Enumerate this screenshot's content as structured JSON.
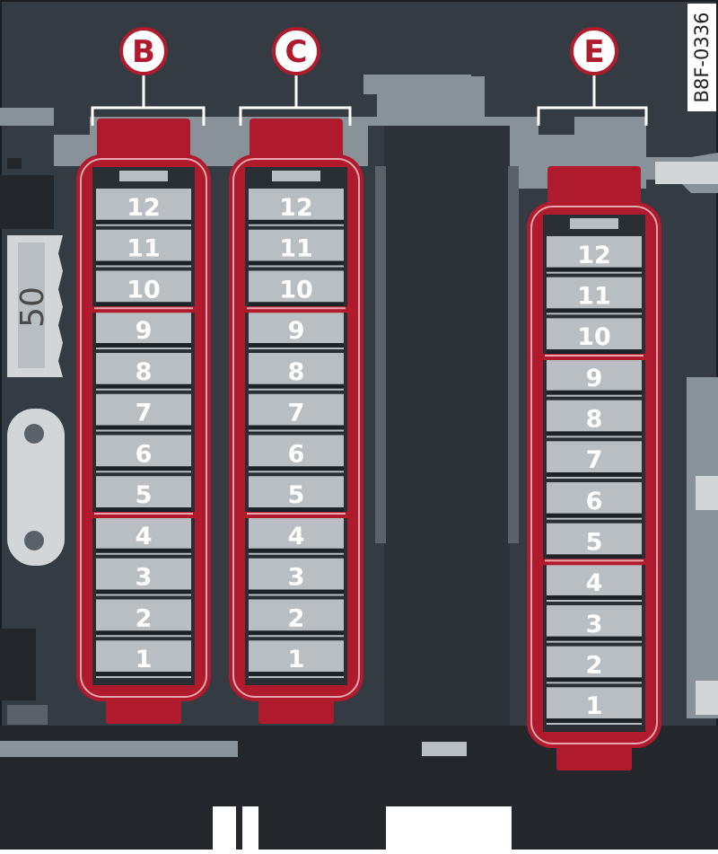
{
  "figure": {
    "reference_code": "B8F-0336",
    "fuse_rating_label": "50"
  },
  "colors": {
    "background": "#353b42",
    "panel_light": "#8a9299",
    "holder_red": "#b01a2d",
    "fuse_body": "#b9bec3",
    "fuse_band": "#1d2226",
    "label_ring": "#b01a2d"
  },
  "fuse_blocks": [
    {
      "label": "B",
      "slots": [
        "12",
        "11",
        "10",
        "9",
        "8",
        "7",
        "6",
        "5",
        "4",
        "3",
        "2",
        "1"
      ]
    },
    {
      "label": "C",
      "slots": [
        "12",
        "11",
        "10",
        "9",
        "8",
        "7",
        "6",
        "5",
        "4",
        "3",
        "2",
        "1"
      ]
    },
    {
      "label": "E",
      "slots": [
        "12",
        "11",
        "10",
        "9",
        "8",
        "7",
        "6",
        "5",
        "4",
        "3",
        "2",
        "1"
      ]
    }
  ]
}
